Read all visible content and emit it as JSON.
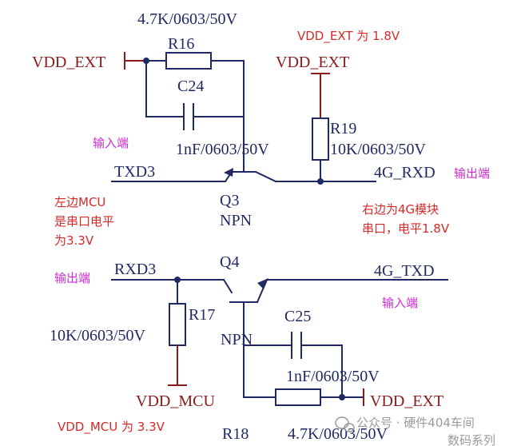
{
  "colors": {
    "wire": "#1f2a63",
    "power_net": "#8b1a1a",
    "note_red": "#d42a2a",
    "note_pink": "#d02ad6"
  },
  "icons": [
    "capacitor-symbol",
    "resistor-symbol",
    "npn-transistor-symbol",
    "power-port-symbol",
    "wechat-icon"
  ],
  "top_circuit": {
    "r16": {
      "ref": "R16",
      "value": "4.7K/0603/50V"
    },
    "c24": {
      "ref": "C24",
      "value": "1nF/0603/50V"
    },
    "r19": {
      "ref": "R19",
      "value": "10K/0603/50V"
    },
    "q3": {
      "ref": "Q3",
      "type": "NPN"
    },
    "vdd_ext_left": "VDD_EXT",
    "vdd_ext_right": "VDD_EXT",
    "net_left": "TXD3",
    "net_right": "4G_RXD",
    "note_voltage": "VDD_EXT 为 1.8V",
    "label_input": "输入端",
    "label_output": "输出端",
    "note_left": [
      "左边MCU",
      "是串口电平",
      "为3.3V"
    ],
    "note_right": [
      "右边为4G模块",
      "串口，电平1.8V"
    ]
  },
  "bottom_circuit": {
    "q4": {
      "ref": "Q4",
      "type": "NPN"
    },
    "r17": {
      "ref": "R17",
      "value": "10K/0603/50V"
    },
    "c25": {
      "ref": "C25",
      "value": "1nF/0603/50V"
    },
    "r18": {
      "ref": "R18",
      "value": "4.7K/0603/50V"
    },
    "net_left": "RXD3",
    "net_right": "4G_TXD",
    "vdd_mcu": "VDD_MCU",
    "vdd_ext": "VDD_EXT",
    "label_output": "输出端",
    "label_input": "输入端",
    "note_voltage": "VDD_MCU 为 3.3V"
  },
  "watermark": {
    "line1": "公众号 · 硬件404车间",
    "line2": "数码系列"
  }
}
